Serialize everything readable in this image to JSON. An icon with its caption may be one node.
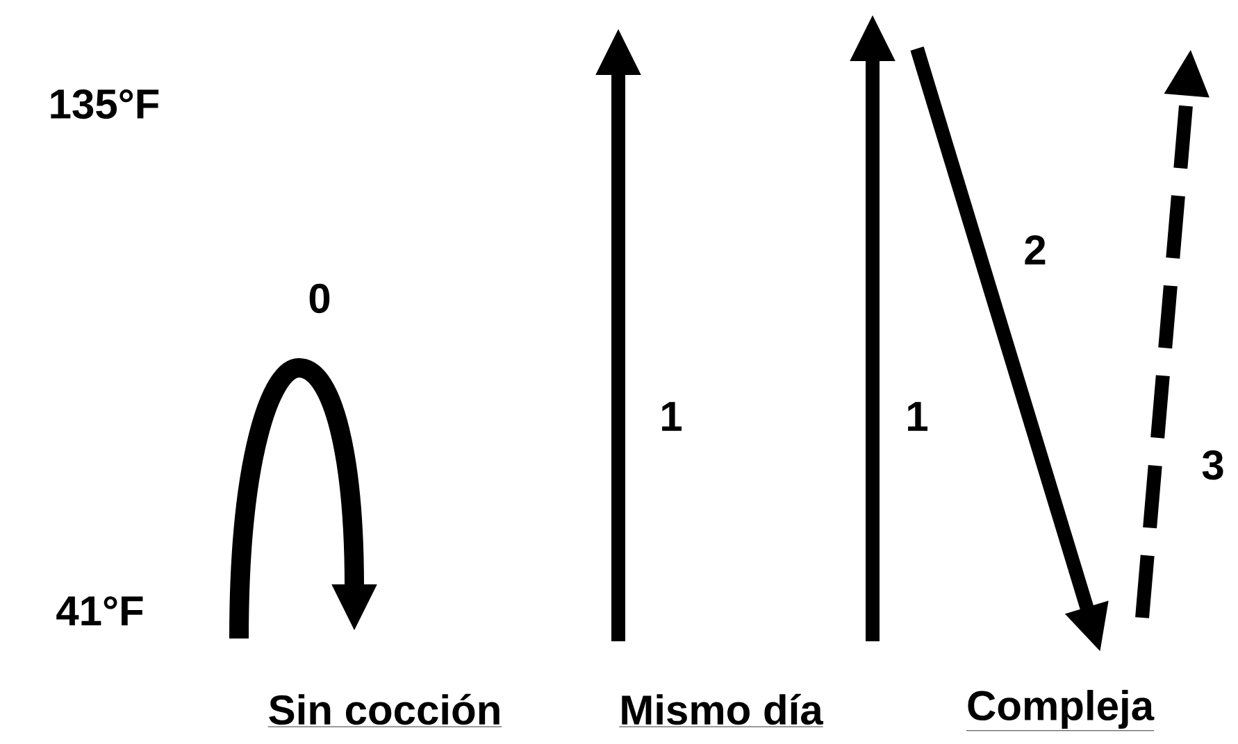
{
  "diagram": {
    "labels": [
      "135°F",
      "2",
      "0",
      "1",
      "1",
      "3",
      "41°F",
      "Sin cocción",
      "Mismo día",
      "Compleja"
    ]
  }
}
